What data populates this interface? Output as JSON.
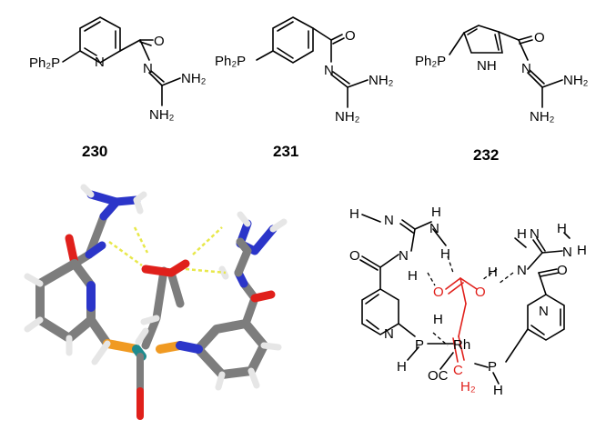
{
  "figure": {
    "compounds": [
      {
        "number": "230",
        "label_p": "Ph₂P",
        "label_n_ring": "N",
        "label_o": "O",
        "label_n_imine": "N",
        "label_nh2_top": "NH₂",
        "label_nh2_bottom": "NH₂"
      },
      {
        "number": "231",
        "label_p": "Ph₂P",
        "label_o": "O",
        "label_n_imine": "N",
        "label_nh2_top": "NH₂",
        "label_nh2_bottom": "NH₂"
      },
      {
        "number": "232",
        "label_p": "Ph₂P",
        "label_nh_ring": "NH",
        "label_o": "O",
        "label_n_imine": "N",
        "label_nh2_top": "NH₂",
        "label_nh2_bottom": "NH₂"
      }
    ],
    "complex_labels": {
      "rh": "Rh",
      "oc": "OC",
      "ch2": "H₂",
      "c": "C",
      "p_left": "P",
      "p_right": "P",
      "h": "H",
      "n": "N",
      "o": "O"
    },
    "colors": {
      "carbon": "#7d7d7d",
      "hydrogen": "#e6e6e6",
      "nitrogen": "#2b35c9",
      "oxygen": "#e0201b",
      "phosphorus": "#f09a22",
      "rhodium": "#1f8b8e",
      "hbond": "#e8e84a",
      "highlight": "#e0201b"
    }
  }
}
